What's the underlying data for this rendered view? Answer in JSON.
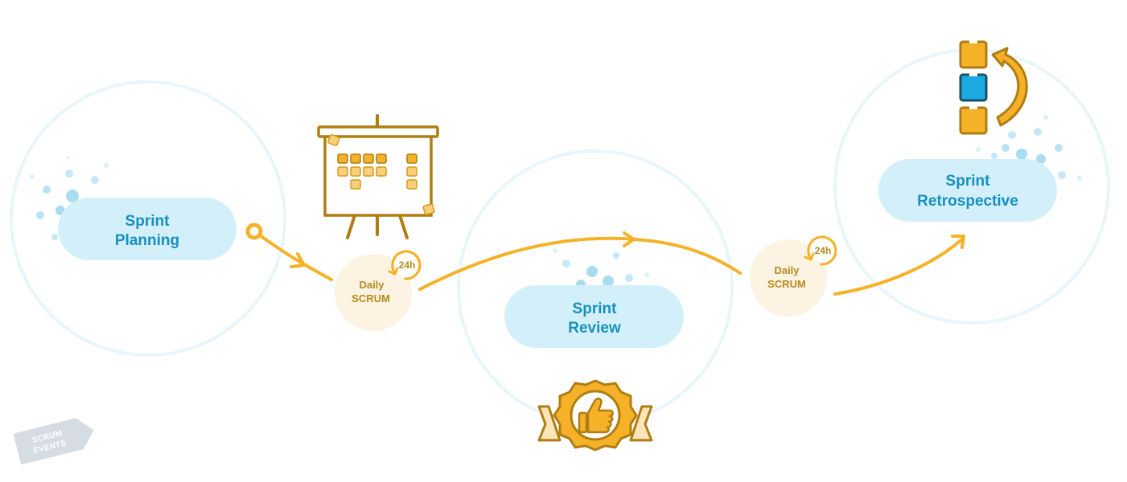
{
  "events": {
    "planning": {
      "line1": "Sprint",
      "line2": "Planning"
    },
    "review": {
      "line1": "Sprint",
      "line2": "Review"
    },
    "retro": {
      "line1": "Sprint",
      "line2": "Retrospective"
    }
  },
  "daily_scrum": [
    {
      "line1": "Daily",
      "line2": "SCRUM",
      "timer": "24h"
    },
    {
      "line1": "Daily",
      "line2": "SCRUM",
      "timer": "24h"
    }
  ],
  "tag": {
    "line1": "SCRUM",
    "line2": "EVENTS"
  },
  "colors": {
    "accent_orange": "#f5b229",
    "label_blue": "#1690bf",
    "pill_blue": "#d3effa",
    "circle_outline": "#e6f5fc",
    "daily_bg": "#fdf3e3",
    "daily_text": "#b88a1c",
    "icon_brown": "#b07d12",
    "card_blue": "#1aa9e0",
    "tag_grey": "#d5dce3"
  },
  "icons": [
    "sprint-board-icon",
    "thumbs-up-badge-icon",
    "retrospective-cards-icon",
    "clock-24h-icon"
  ]
}
